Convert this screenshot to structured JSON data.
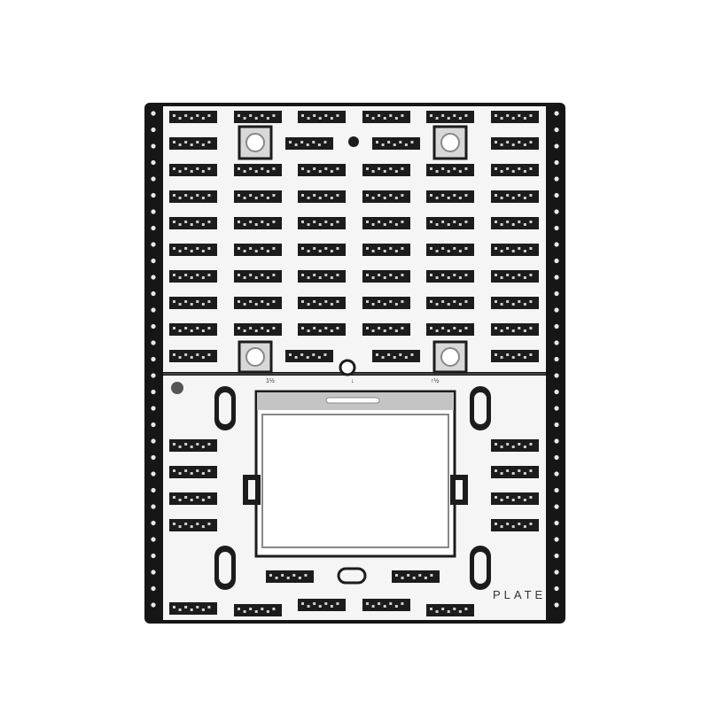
{
  "plate": {
    "label": "PLATE",
    "tiny_marks": [
      "1½",
      "↓",
      "↑½"
    ]
  },
  "colors": {
    "frame": "#161616",
    "plate_face": "#f5f5f5",
    "slot": "#1c1c1c",
    "slot_hole": "#d0d0d0",
    "window": "#ffffff",
    "hinge_bar": "#c4c4c4"
  },
  "icons": [
    "mounting-screw-hole-icon",
    "keyhole-slot-icon",
    "plate-logo-icon"
  ]
}
